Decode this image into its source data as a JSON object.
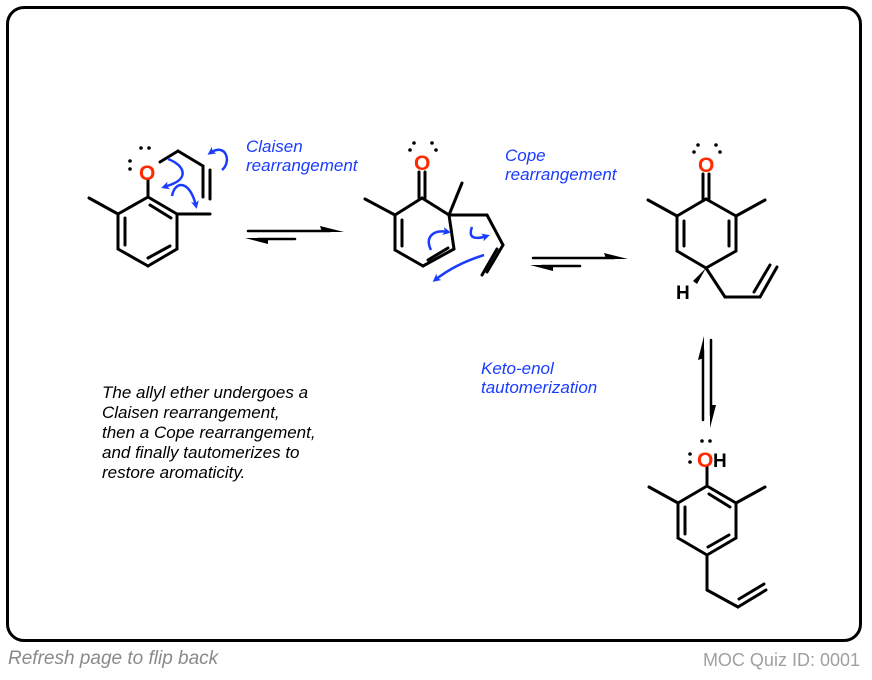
{
  "scheme": {
    "labels": {
      "claisen": [
        "Claisen",
        "rearrangement"
      ],
      "cope": [
        "Cope",
        "rearrangement"
      ],
      "keto_enol": [
        "Keto-enol",
        "tautomerization"
      ]
    },
    "atoms": {
      "oxygen": "O",
      "hydrogen": "H",
      "hydroxyl_h": "H"
    },
    "molecules": [
      "allyl 2,6-dimethylphenyl ether",
      "6-allyl-2,6-dimethylcyclohexa-2,4-dienone",
      "4-allyl-2,6-dimethylcyclohexa-2,5-dienone",
      "4-allyl-2,6-dimethylphenol"
    ],
    "colors": {
      "arrow_blue": "#1a3cff",
      "oxygen_red": "#ff2a00",
      "bond_black": "#000000"
    }
  },
  "description": [
    "The allyl ether undergoes a",
    "Claisen rearrangement,",
    "then a Cope rearrangement,",
    "and finally tautomerizes to",
    "restore aromaticity."
  ],
  "footer": {
    "left": "Refresh page to flip back",
    "right": "MOC Quiz ID: 0001"
  }
}
